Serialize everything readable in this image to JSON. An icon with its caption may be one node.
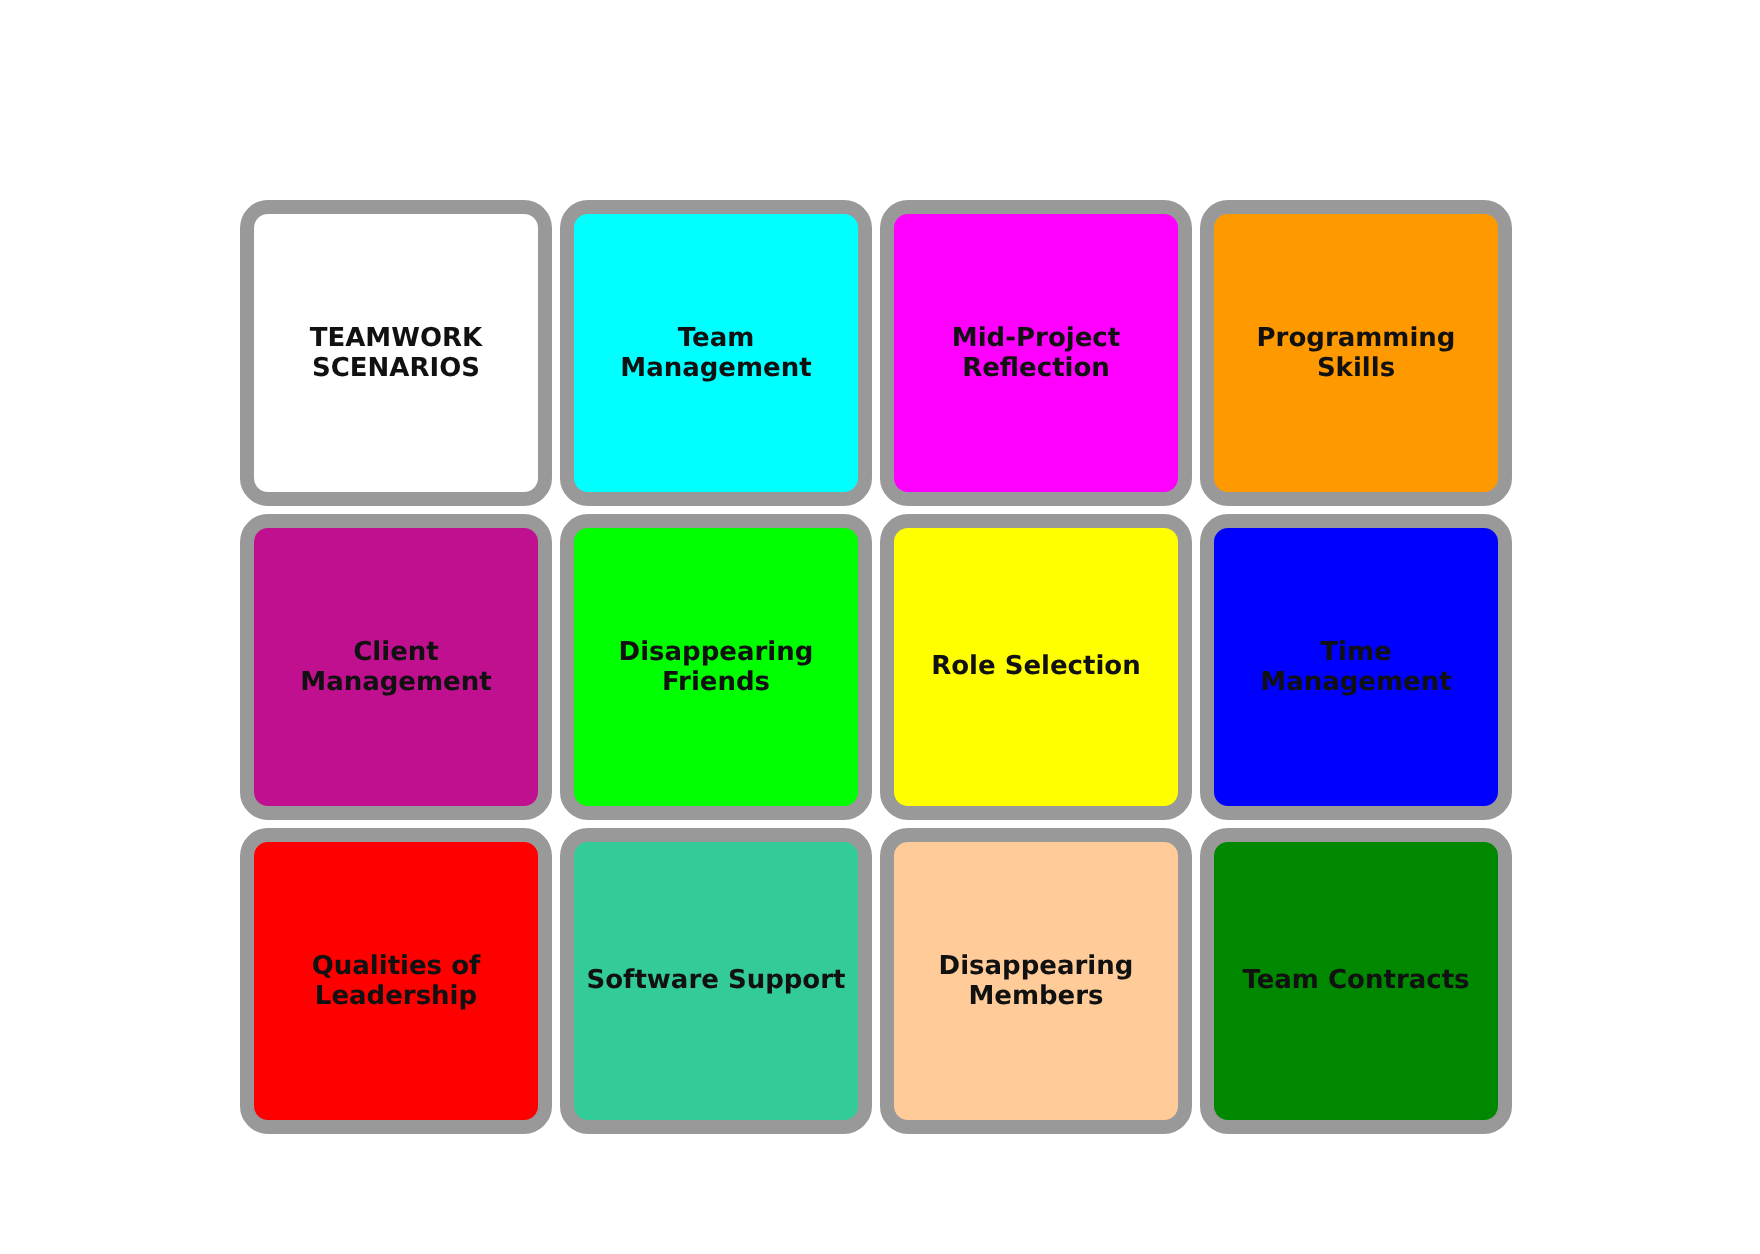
{
  "diagram": {
    "nodes": [
      {
        "text": [
          "TEAMWORK SCENARIOS"
        ]
      },
      {
        "text": [
          "Team Management"
        ]
      },
      {
        "text": [
          "Mid-Project Reflection"
        ]
      },
      {
        "text": [
          "Programming Skills"
        ]
      },
      {
        "text": [
          "Client Management"
        ]
      },
      {
        "text": [
          "Disappearing Friends"
        ]
      },
      {
        "text": [
          "Role Selection"
        ]
      },
      {
        "text": [
          "Time Management"
        ]
      },
      {
        "text": [
          "Qualities of Leadership"
        ]
      },
      {
        "text": [
          "Software Support"
        ]
      },
      {
        "text": [
          "Disappearing Members"
        ]
      },
      {
        "text": [
          "Team Contracts"
        ]
      }
    ]
  }
}
